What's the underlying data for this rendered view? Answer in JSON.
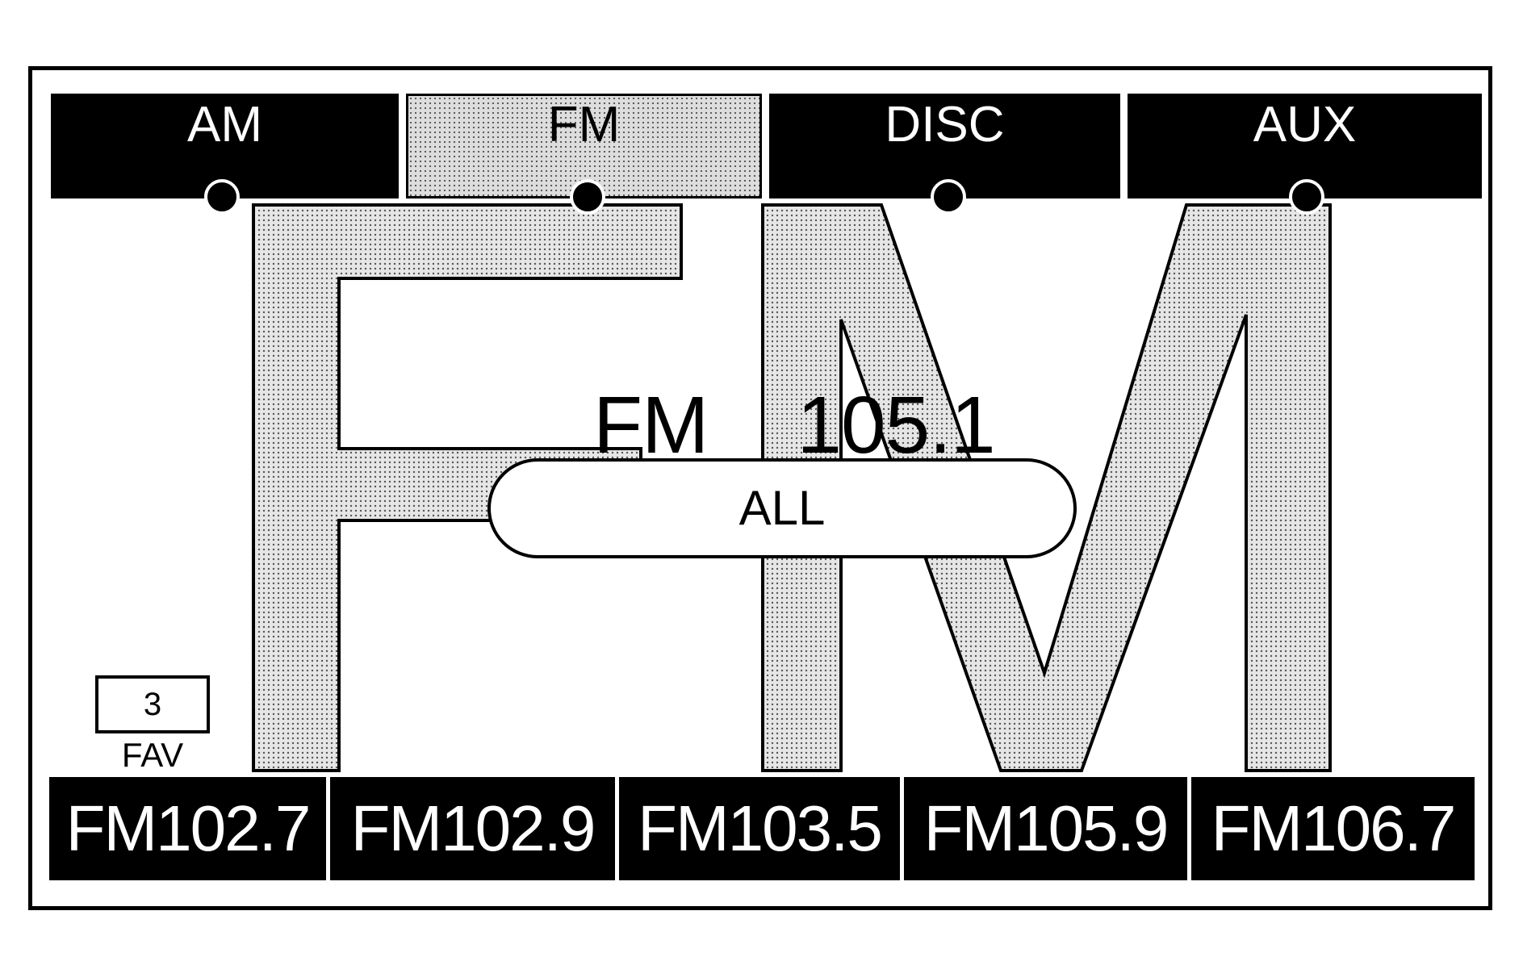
{
  "tabs": [
    {
      "label": "AM",
      "active": false
    },
    {
      "label": "FM",
      "active": true
    },
    {
      "label": "DISC",
      "active": false
    },
    {
      "label": "AUX",
      "active": false
    }
  ],
  "station": {
    "band": "FM",
    "frequency": "105.1"
  },
  "all_button": "ALL",
  "favorites": {
    "page": "3",
    "label": "FAV"
  },
  "presets": [
    "FM102.7",
    "FM102.9",
    "FM103.5",
    "FM105.9",
    "FM106.7"
  ],
  "background_band_letters": "FM",
  "colors": {
    "foreground": "#000000",
    "background": "#ffffff",
    "active_tab_fill": "#dddddd"
  }
}
